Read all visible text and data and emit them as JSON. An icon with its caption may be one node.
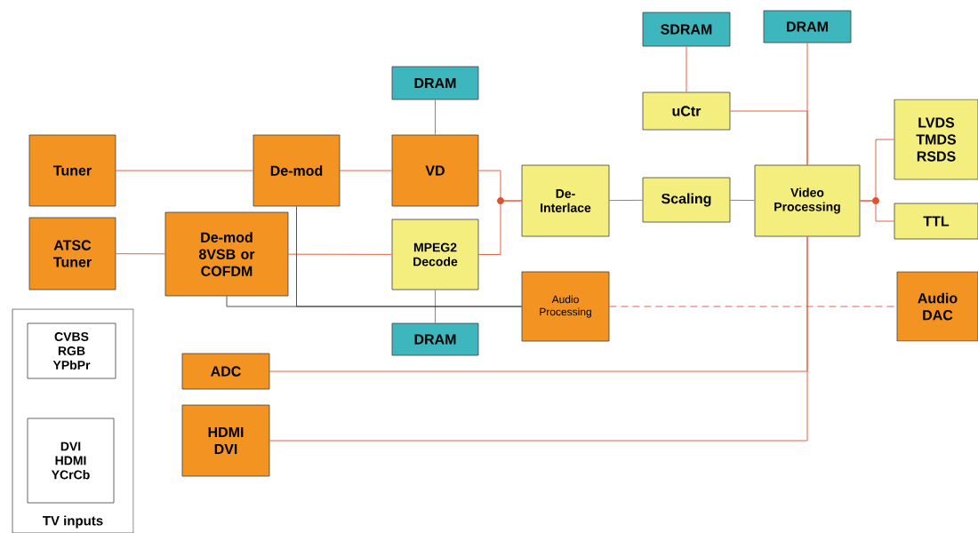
{
  "diagram": {
    "nodes": [
      {
        "text": [
          "TV inputs"
        ]
      },
      {
        "text": [
          "CVBS RGB YPbPr"
        ],
        "in": 0
      },
      {
        "text": [
          "DVI HDMI YCrCb"
        ],
        "in": 0
      },
      {
        "text": [
          "Tuner"
        ]
      },
      {
        "text": [
          "De-mod"
        ]
      },
      {
        "text": [
          "VD"
        ]
      },
      {
        "text": [
          "DRAM"
        ]
      },
      {
        "text": [
          "ATSC Tuner"
        ]
      },
      {
        "text": [
          "De-mod 8VSB or COFDM"
        ]
      },
      {
        "text": [
          "MPEG2 Decode"
        ]
      },
      {
        "text": [
          "DRAM"
        ]
      },
      {
        "text": [
          "De-Interlace"
        ]
      },
      {
        "text": [
          "Scaling"
        ]
      },
      {
        "text": [
          "Video Processing"
        ]
      },
      {
        "text": [
          "SDRAM"
        ]
      },
      {
        "text": [
          "uCtr"
        ]
      },
      {
        "text": [
          "DRAM"
        ]
      },
      {
        "text": [
          "LVDS TMDS RSDS"
        ]
      },
      {
        "text": [
          "TTL"
        ]
      },
      {
        "text": [
          "Audio Processing"
        ]
      },
      {
        "text": [
          "Audio DAC"
        ]
      },
      {
        "text": [
          "ADC"
        ]
      },
      {
        "text": [
          "HDMI DVI"
        ]
      }
    ],
    "edges": [
      {
        "from": 3,
        "to": 4,
        "arrow": "none"
      },
      {
        "from": 4,
        "to": 5,
        "arrow": "none"
      },
      {
        "from": 6,
        "to": 5,
        "arrow": "none"
      },
      {
        "from": 7,
        "to": 8,
        "arrow": "none"
      },
      {
        "from": 8,
        "to": 9,
        "arrow": "none"
      },
      {
        "from": 9,
        "to": 10,
        "arrow": "none"
      },
      {
        "from": 5,
        "to": 11,
        "arrow": "none"
      },
      {
        "from": 9,
        "to": 11,
        "arrow": "none"
      },
      {
        "from": 4,
        "to": 19,
        "arrow": "none",
        "color": "#404040"
      },
      {
        "from": 8,
        "to": 19,
        "arrow": "none",
        "color": "#404040"
      },
      {
        "from": 11,
        "to": 12,
        "arrow": "none"
      },
      {
        "from": 12,
        "to": 13,
        "arrow": "none"
      },
      {
        "from": 14,
        "to": 15,
        "arrow": "none"
      },
      {
        "from": 15,
        "to": 13,
        "arrow": "none"
      },
      {
        "from": 16,
        "to": 13,
        "arrow": "none"
      },
      {
        "from": 13,
        "to": 17,
        "arrow": "none"
      },
      {
        "from": 13,
        "to": 18,
        "arrow": "none"
      },
      {
        "from": 19,
        "to": 20,
        "arrow": "none",
        "style": "dashed"
      },
      {
        "from": 21,
        "to": 13,
        "arrow": "none"
      },
      {
        "from": 22,
        "to": 13,
        "arrow": "none"
      }
    ]
  }
}
